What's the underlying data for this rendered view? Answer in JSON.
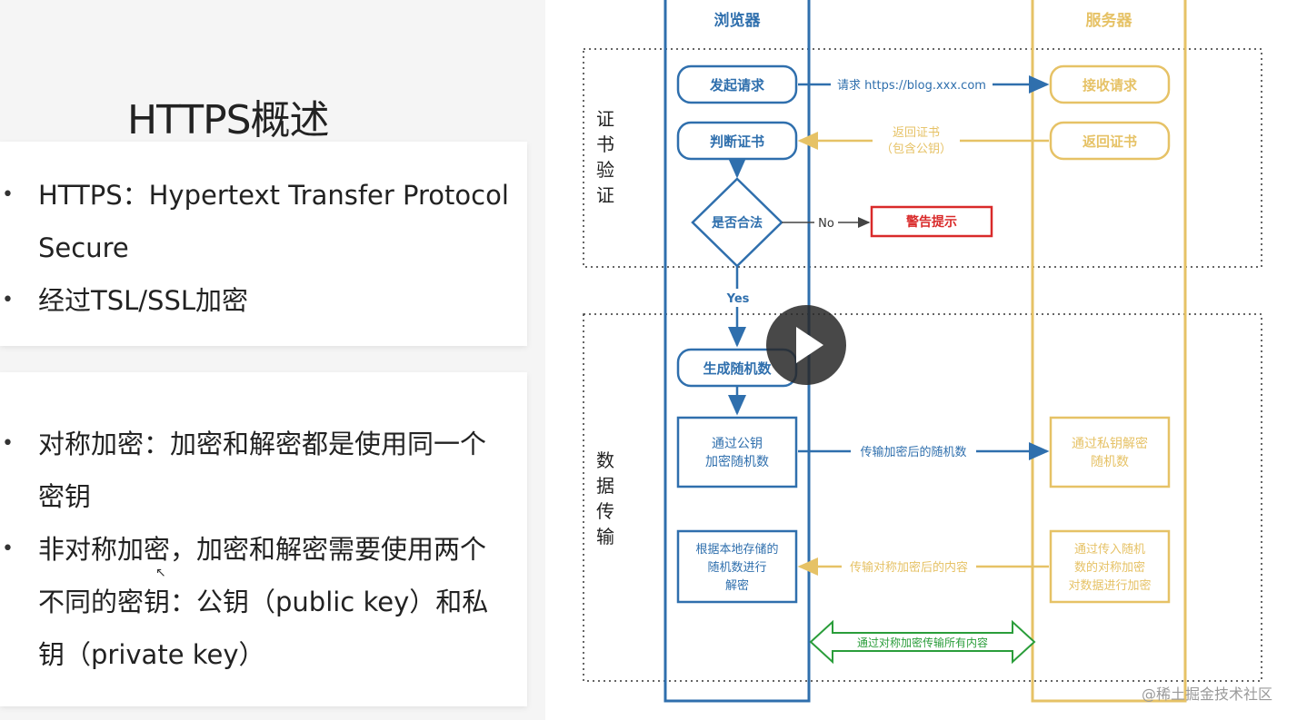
{
  "slide": {
    "title": "HTTPS概述",
    "card1_bullets": [
      "HTTPS：Hypertext Transfer Protocol Secure",
      "经过TSL/SSL加密"
    ],
    "card2_bullets": [
      "对称加密：加密和解密都是使用同一个密钥",
      "非对称加密，加密和解密需要使用两个不同的密钥：公钥（public key）和私钥（private key）"
    ]
  },
  "flow": {
    "lane_browser": "浏览器",
    "lane_server": "服务器",
    "section_cert": "证书验证",
    "section_data": "数据传输",
    "browser_send": "发起请求",
    "req_label": "请求 https://blog.xxx.com",
    "server_receive": "接收请求",
    "browser_judge": "判断证书",
    "cert_label_1": "返回证书",
    "cert_label_2": "（包含公钥）",
    "server_return": "返回证书",
    "decision": "是否合法",
    "no_label": "No",
    "warning": "警告提示",
    "yes_label": "Yes",
    "gen_random": "生成随机数",
    "encrypt_1": "通过公钥",
    "encrypt_2": "加密随机数",
    "transfer_label": "传输加密后的随机数",
    "server_decrypt_1": "通过私钥解密",
    "server_decrypt_2": "随机数",
    "client_decrypt_1": "根据本地存储的",
    "client_decrypt_2": "随机数进行",
    "client_decrypt_3": "解密",
    "sym_label": "传输对称加密后的内容",
    "server_encrypt_1": "通过传入随机",
    "server_encrypt_2": "数的对称加密",
    "server_encrypt_3": "对数据进行加密",
    "both_label": "通过对称加密传输所有内容"
  },
  "colors": {
    "blue": "#2f6fad",
    "gold": "#e6c266",
    "red": "#d92a2a",
    "green": "#2a9d3a"
  },
  "watermark": "@稀土掘金技术社区",
  "icons": {
    "play": "play-icon"
  }
}
